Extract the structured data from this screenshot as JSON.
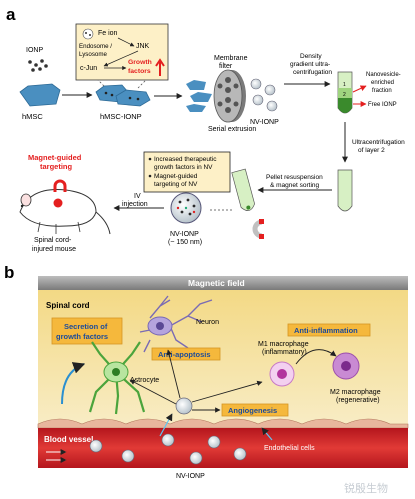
{
  "panel_a": {
    "label": "a",
    "iocnp_label": "IONP",
    "hmsc": "hMSC",
    "hmsc_ionp": "hMSC-IONP",
    "box_fe_ion": "Fe ion",
    "box_endosome": "Endosome /",
    "box_lysosome": "Lysosome",
    "box_jnk": "JNK",
    "box_cjun": "c-Jun",
    "box_growth": "Growth",
    "box_factors": "factors",
    "membrane": "Membrane",
    "filter": "filter",
    "serial_extrusion": "Serial extrusion",
    "nv_ionp": "NV-IONP",
    "density1": "Density",
    "density2": "gradient ultra-",
    "density3": "centrifugation",
    "nano1": "Nanovesicle-",
    "nano2": "enriched",
    "nano3": "fraction",
    "free_ionp": "Free IONP",
    "tube_1": "1",
    "tube_2": "2",
    "ultra1": "Ultracentrifugation",
    "ultra2": "of layer 2",
    "pellet1": "Pellet resuspension",
    "pellet2": "& magnet sorting",
    "benefit1a": "Increased therapeutic",
    "benefit1b": "growth factors in NV",
    "benefit2a": "Magnet-guided",
    "benefit2b": "targeting of NV",
    "nv_ionp2": "NV-IONP",
    "nv_size": "(~ 150 nm)",
    "iv1": "IV",
    "iv2": "injection",
    "mag_target1": "Magnet-guided",
    "mag_target2": "targeting",
    "mouse1": "Spinal cord-",
    "mouse2": "injured mouse"
  },
  "panel_b": {
    "label": "b",
    "magnetic_field": "Magnetic field",
    "spinal_cord": "Spinal cord",
    "neuron": "Neuron",
    "secretion1": "Secretion of",
    "secretion2": "growth factors",
    "anti_apoptosis": "Anti-apoptosis",
    "anti_inflammation": "Anti-inflammation",
    "m1a": "M1 macrophage",
    "m1b": "(inflammatory)",
    "m2a": "M2 macrophage",
    "m2b": "(regenerative)",
    "astrocyte": "Astrocyte",
    "angiogenesis": "Angiogenesis",
    "blood_vessel": "Blood vessel",
    "nv_ionp": "NV-IONP",
    "endothelial": "Endothelial cells",
    "watermark": "锐殷生物"
  },
  "colors": {
    "red": "#e41f1f",
    "cell_blue": "#4a8fc0",
    "box_yellow": "#fdf0c7",
    "tube_green": "#b9e2a0",
    "label_yellow": "#f5b83c",
    "tissue": "#f6e7b0",
    "vessel": "#d3252a"
  }
}
